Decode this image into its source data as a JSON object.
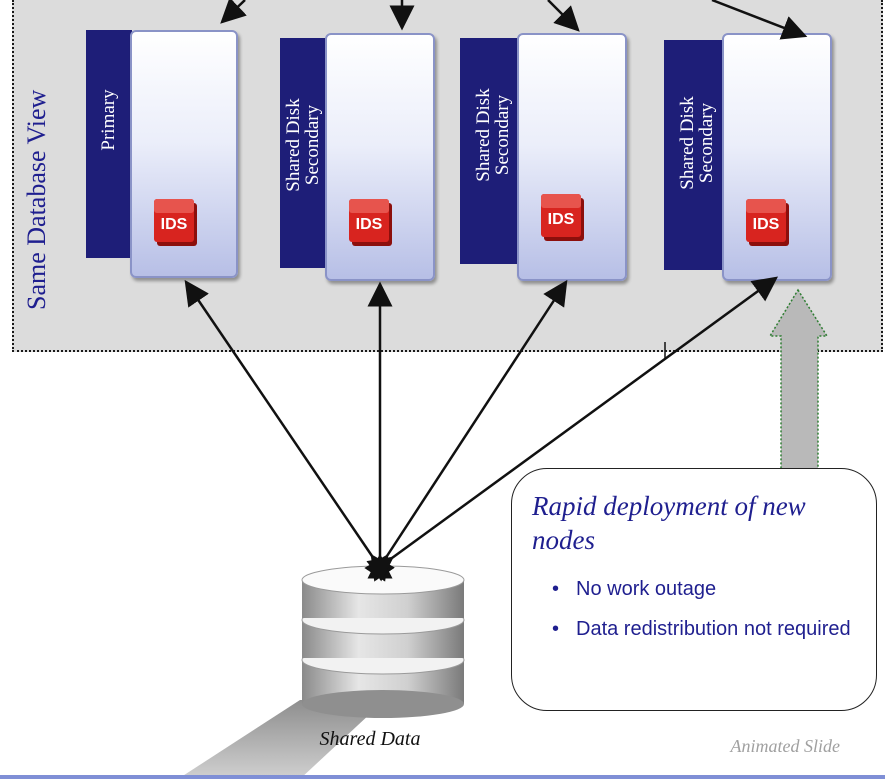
{
  "region": {
    "label": "Same Database View"
  },
  "nodes": [
    {
      "label_lines": [
        "Primary"
      ],
      "badge": "IDS"
    },
    {
      "label_lines": [
        "Shared Disk",
        "Secondary"
      ],
      "badge": "IDS"
    },
    {
      "label_lines": [
        "Shared Disk",
        "Secondary"
      ],
      "badge": "IDS"
    },
    {
      "label_lines": [
        "Shared Disk",
        "Secondary"
      ],
      "badge": "IDS"
    }
  ],
  "database": {
    "label": "Shared Data"
  },
  "callout": {
    "title": "Rapid deployment of new nodes",
    "bullets": [
      "No work outage",
      "Data redistribution not required"
    ]
  },
  "footer": {
    "note": "Animated Slide"
  },
  "colors": {
    "navy": "#1e1e78",
    "text_blue": "#1f1f8f",
    "region_gray": "#dcdcdc",
    "ids_red": "#d8241f",
    "big_arrow_gray": "#b9b9b9",
    "big_arrow_border": "#2e7d32",
    "rule_blue": "#7f8fd6"
  }
}
